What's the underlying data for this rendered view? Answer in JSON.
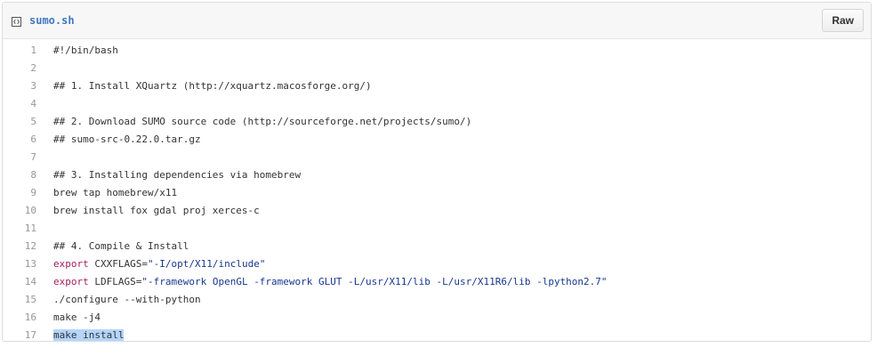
{
  "file": {
    "name": "sumo.sh",
    "raw_label": "Raw"
  },
  "lines": [
    {
      "num": "1",
      "code": "#!/bin/bash"
    },
    {
      "num": "2",
      "code": ""
    },
    {
      "num": "3",
      "code": "## 1. Install XQuartz (http://xquartz.macosforge.org/)"
    },
    {
      "num": "4",
      "code": ""
    },
    {
      "num": "5",
      "code": "## 2. Download SUMO source code (http://sourceforge.net/projects/sumo/)"
    },
    {
      "num": "6",
      "code": "## sumo-src-0.22.0.tar.gz"
    },
    {
      "num": "7",
      "code": ""
    },
    {
      "num": "8",
      "code": "## 3. Installing dependencies via homebrew"
    },
    {
      "num": "9",
      "code": "brew tap homebrew/x11"
    },
    {
      "num": "10",
      "code": "brew install fox gdal proj xerces-c"
    },
    {
      "num": "11",
      "code": ""
    },
    {
      "num": "12",
      "code": "## 4. Compile & Install"
    },
    {
      "num": "13",
      "keyword": "export",
      "rest": " CXXFLAGS=",
      "string": "\"-I/opt/X11/include\""
    },
    {
      "num": "14",
      "keyword": "export",
      "rest": " LDFLAGS=",
      "string": "\"-framework OpenGL -framework GLUT -L/usr/X11/lib -L/usr/X11R6/lib -lpython2.7\""
    },
    {
      "num": "15",
      "code": "./configure --with-python"
    },
    {
      "num": "16",
      "code": "make -j4"
    },
    {
      "num": "17",
      "selected": "make install"
    }
  ],
  "colors": {
    "keyword": "#a71d5d",
    "string": "#183691",
    "line_number": "#969896",
    "filename": "#4078c0",
    "selection": "#b4d5fe"
  },
  "icons": {
    "file": "file-code-icon"
  }
}
